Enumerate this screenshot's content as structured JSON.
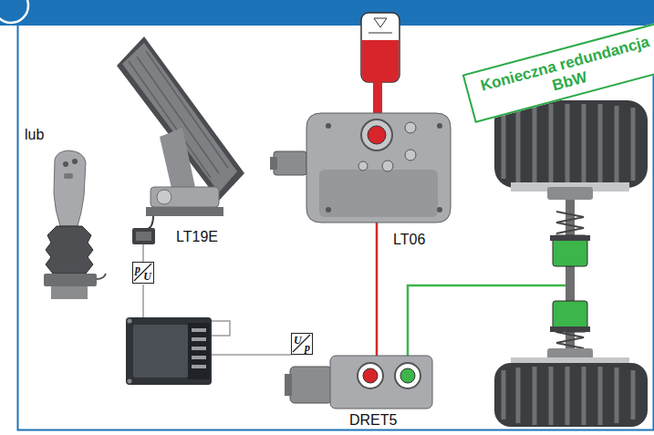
{
  "diagram": {
    "nodes": [
      {
        "text": [
          "Konieczna redundancja BbW"
        ]
      },
      {
        "text": [
          "p",
          "U"
        ]
      },
      {
        "text": [
          "U",
          "p"
        ]
      }
    ],
    "labels": [
      "lub",
      "LT19E",
      "LT06",
      "DRET5"
    ]
  }
}
